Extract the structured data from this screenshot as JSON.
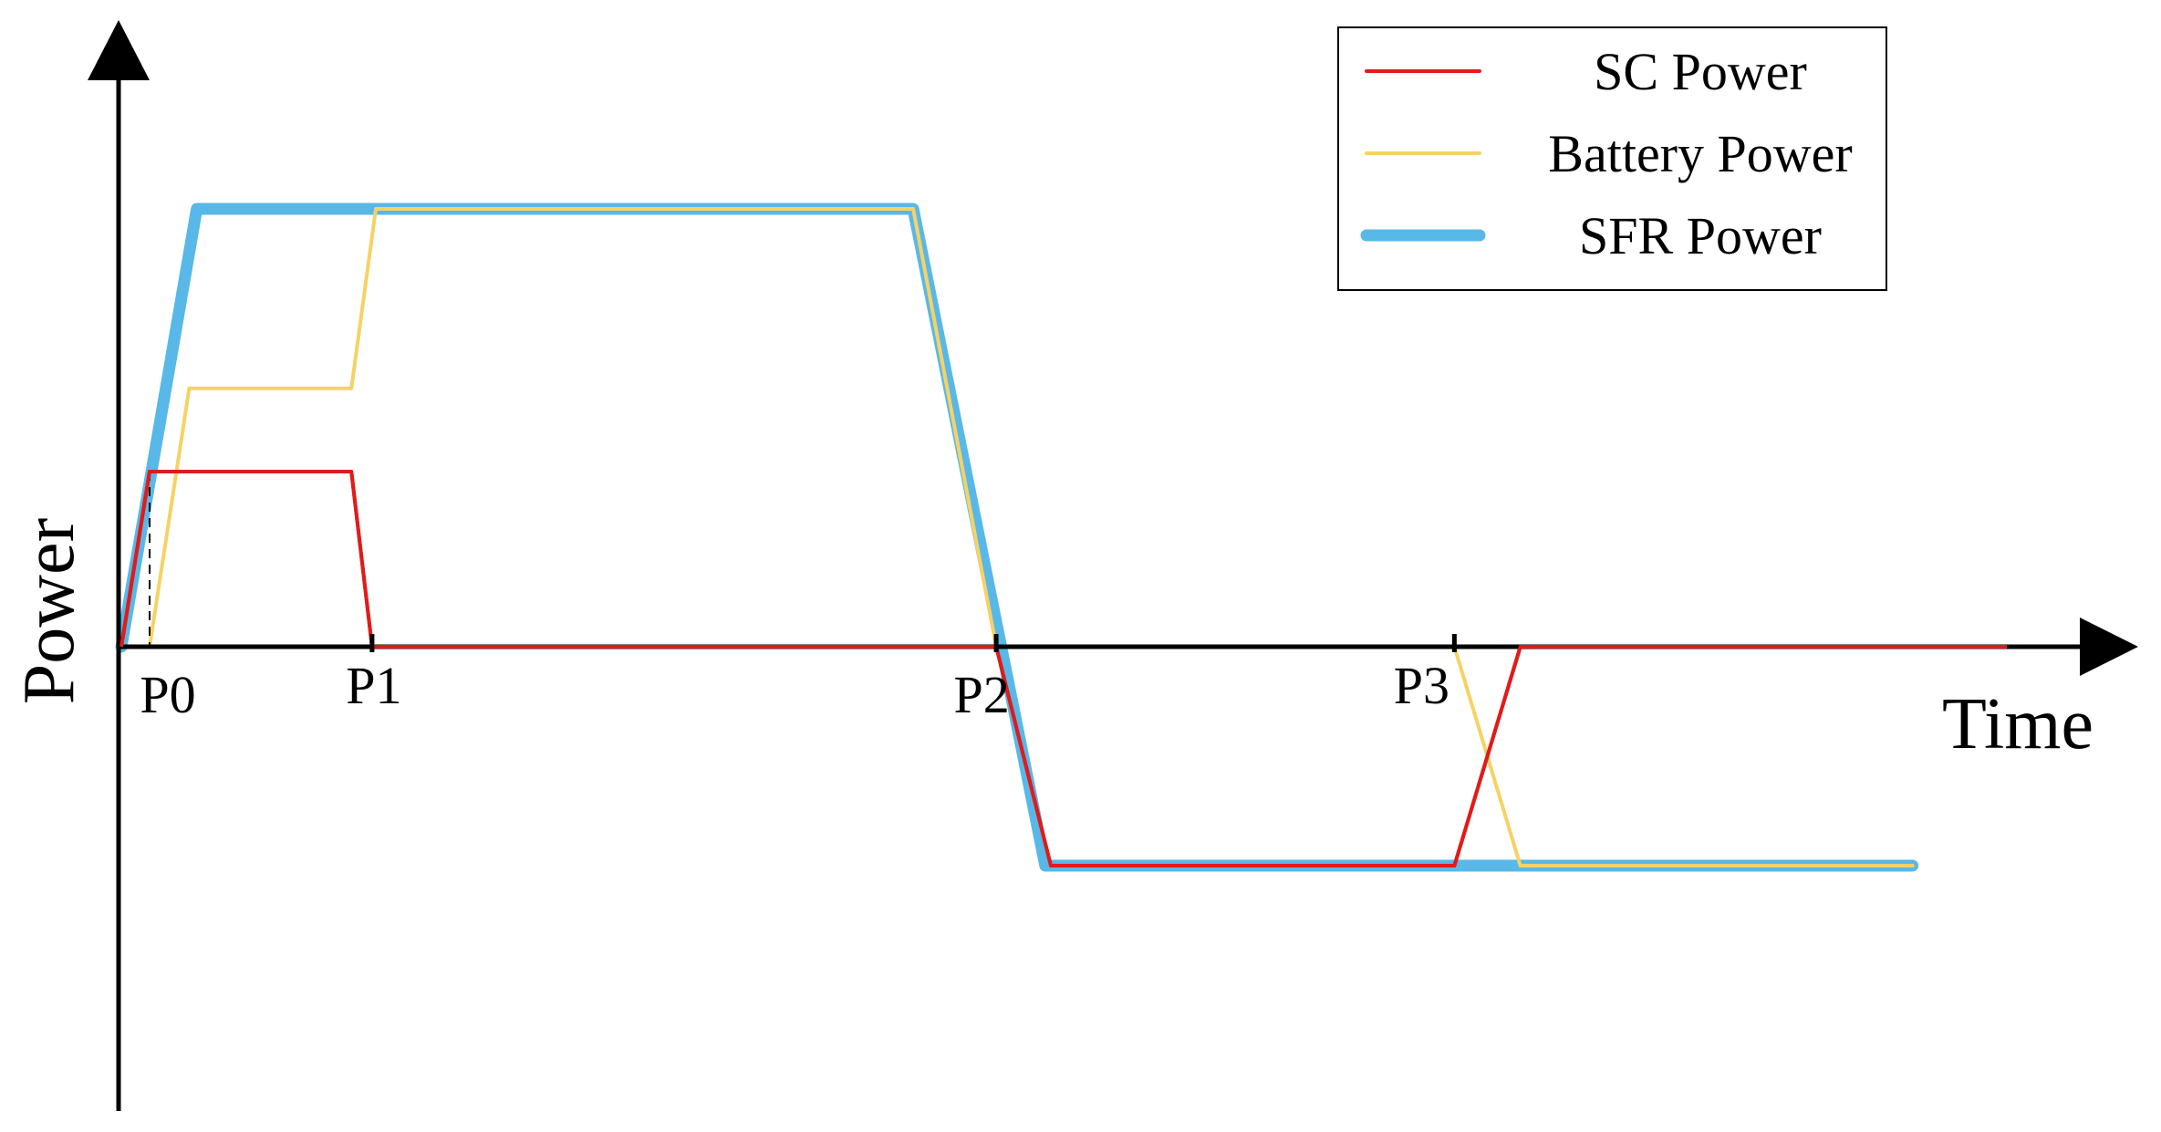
{
  "chart_data": {
    "type": "line",
    "title": "",
    "xlabel": "Time",
    "ylabel": "Power",
    "grid": false,
    "legend_position": "top-right",
    "xlim": [
      0,
      100
    ],
    "ylim": [
      -1,
      1
    ],
    "x_ticks": [
      {
        "label": "P0",
        "x": 1.5
      },
      {
        "label": "P1",
        "x": 13.3
      },
      {
        "label": "P2",
        "x": 46.4
      },
      {
        "label": "P3",
        "x": 70.7
      }
    ],
    "series": [
      {
        "name": "SFR Power",
        "color": "#58B8E8",
        "points": [
          [
            0,
            0
          ],
          [
            4,
            1
          ],
          [
            42,
            1
          ],
          [
            49,
            -0.5
          ],
          [
            95,
            -0.5
          ]
        ]
      },
      {
        "name": "Battery Power",
        "color": "#F6D266",
        "points": [
          [
            1.5,
            0
          ],
          [
            3.6,
            0.59
          ],
          [
            12.2,
            0.59
          ],
          [
            13.5,
            1
          ],
          [
            42,
            1
          ],
          [
            46.4,
            0
          ],
          [
            70.7,
            0
          ],
          [
            74.2,
            -0.5
          ],
          [
            95,
            -0.5
          ]
        ]
      },
      {
        "name": "SC Power",
        "color": "#E21A1A",
        "points": [
          [
            0,
            0
          ],
          [
            1.5,
            0.4
          ],
          [
            12.2,
            0.4
          ],
          [
            13.3,
            0
          ],
          [
            46.4,
            0
          ],
          [
            49.3,
            -0.5
          ],
          [
            70.7,
            -0.5
          ],
          [
            74.2,
            0
          ],
          [
            100,
            0
          ]
        ]
      }
    ]
  }
}
